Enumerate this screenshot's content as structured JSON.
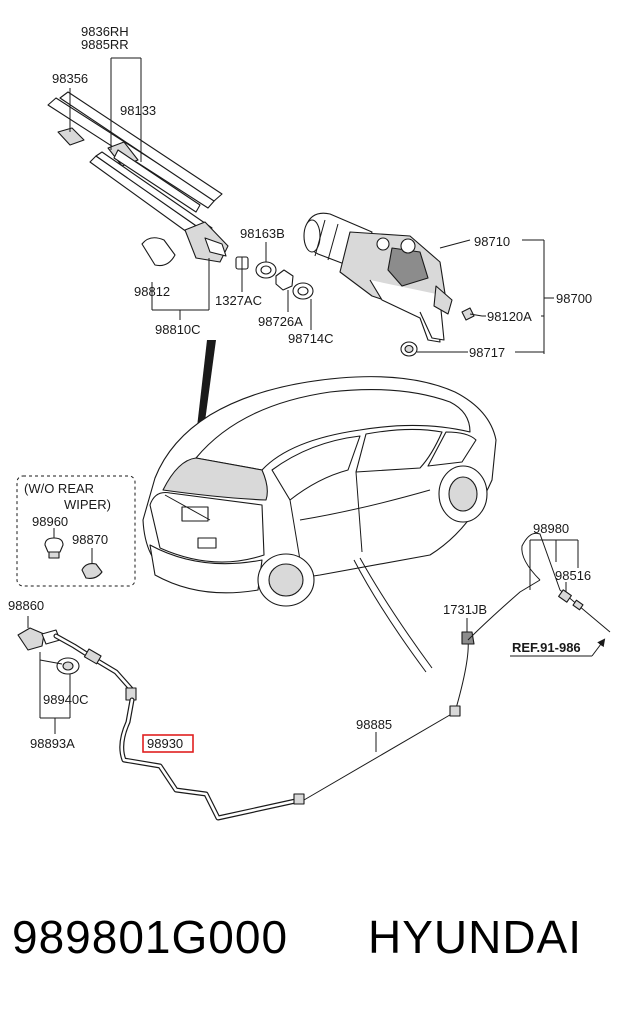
{
  "diagram": {
    "labels": {
      "l_9836rh": "9836RH",
      "l_9885rr": "9885RR",
      "l_98356": "98356",
      "l_98133": "98133",
      "l_98163b": "98163B",
      "l_98812": "98812",
      "l_1327ac": "1327AC",
      "l_98726a": "98726A",
      "l_98810c": "98810C",
      "l_98714c": "98714C",
      "l_98710": "98710",
      "l_98700": "98700",
      "l_98120a": "98120A",
      "l_98717": "98717",
      "l_wo_rear": "(W/O REAR",
      "l_wiper": "WIPER)",
      "l_98960": "98960",
      "l_98870": "98870",
      "l_98860": "98860",
      "l_98940c": "98940C",
      "l_98893a": "98893A",
      "l_98930": "98930",
      "l_98885": "98885",
      "l_1731jb": "1731JB",
      "l_98980": "98980",
      "l_98516": "98516",
      "l_ref": "REF.91-986"
    },
    "highlight_color": "#e02020"
  },
  "footer": {
    "part_number": "989801G000",
    "brand": "HYUNDAI"
  }
}
